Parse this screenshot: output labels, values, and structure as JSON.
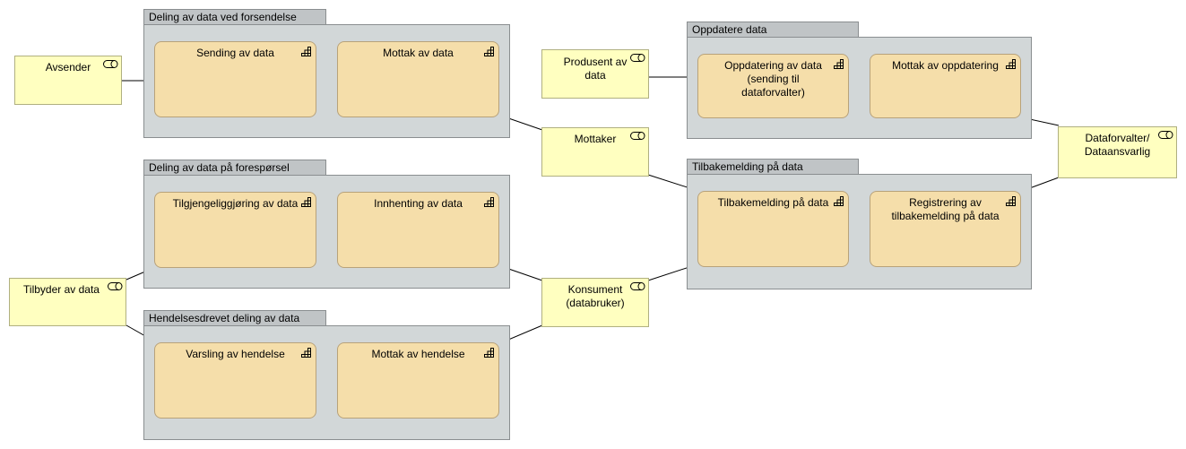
{
  "groups": {
    "forsendelse": {
      "title": "Deling av data ved forsendelse"
    },
    "foresporsel": {
      "title": "Deling av data på forespørsel"
    },
    "hendelse": {
      "title": "Hendelsesdrevet deling av data"
    },
    "oppdatere": {
      "title": "Oppdatere data"
    },
    "tilbakemelding": {
      "title": "Tilbakemelding på data"
    }
  },
  "functions": {
    "sending": "Sending av data",
    "mottak": "Mottak av data",
    "tilgjengeliggjoring": "Tilgjengeliggjøring av data",
    "innhenting": "Innhenting av data",
    "varsling": "Varsling av hendelse",
    "mottak_hendelse": "Mottak av hendelse",
    "oppdatering": "Oppdatering av data (sending til dataforvalter)",
    "mottak_oppdatering": "Mottak av oppdatering",
    "tilbakemelding": "Tilbakemelding på data",
    "registrering": "Registrering av tilbakemelding på data"
  },
  "roles": {
    "avsender": "Avsender",
    "tilbyder": "Tilbyder av data",
    "produsent": "Produsent av data",
    "mottaker": "Mottaker",
    "konsument": "Konsument (databruker)",
    "dataforvalter": "Dataforvalter/ Dataansvarlig"
  },
  "icons": {
    "function": "function-icon",
    "role": "role-icon"
  },
  "colors": {
    "function_fill": "#f5deaa",
    "role_fill": "#ffffc0",
    "group_fill": "#d2d7d8",
    "group_tab": "#c0c4c6"
  }
}
